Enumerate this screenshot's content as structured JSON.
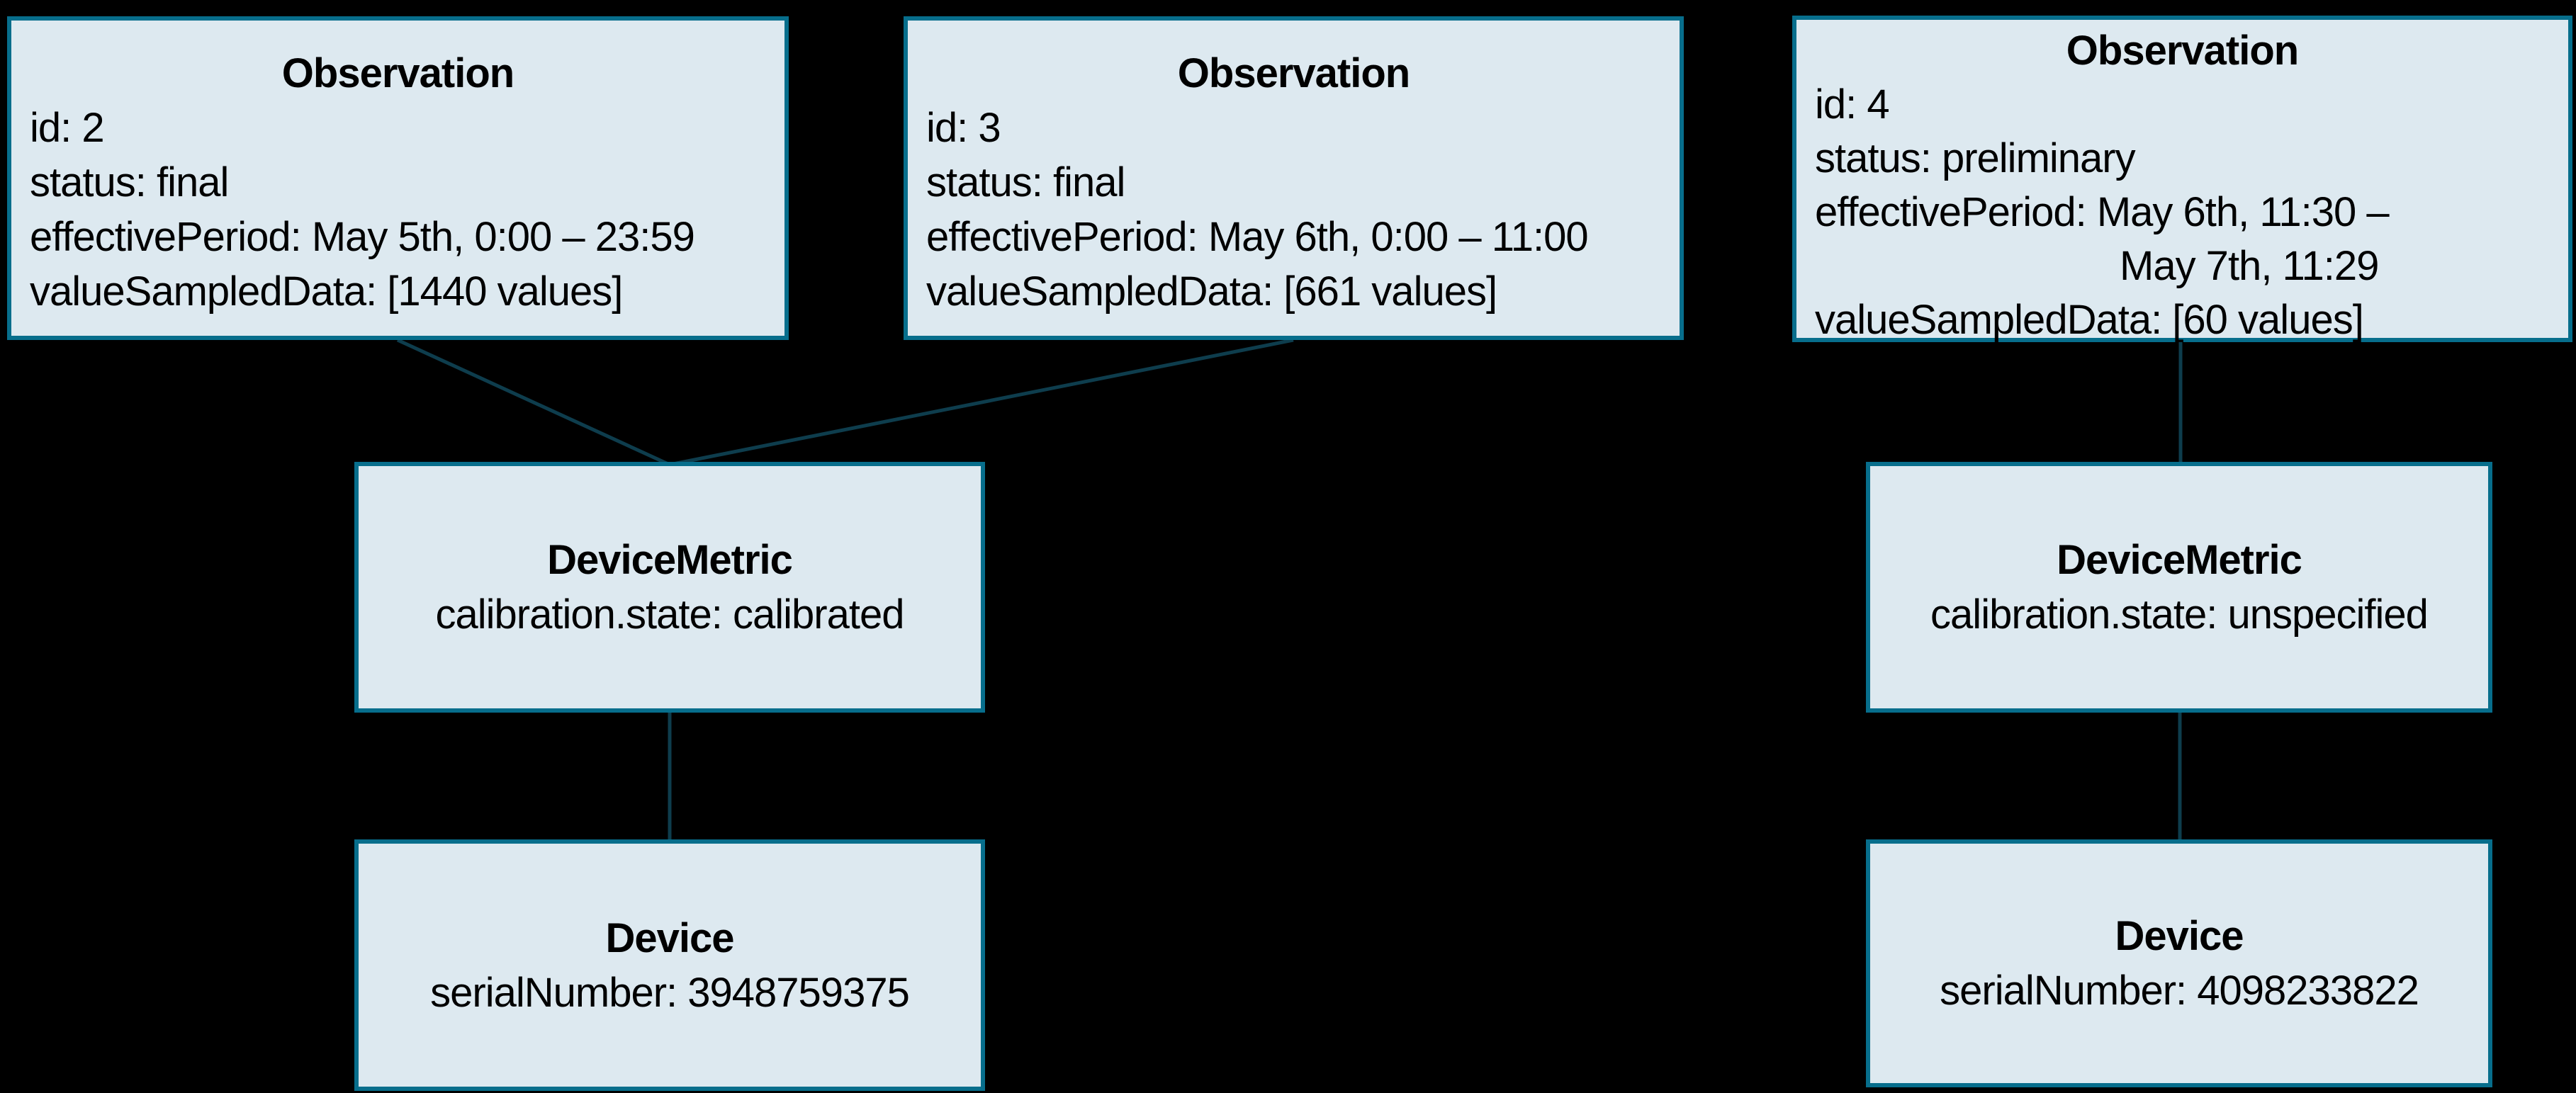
{
  "colors": {
    "background": "#000000",
    "box_fill": "#dde9f0",
    "box_border": "#076e8c",
    "connector": "#0e3d4d",
    "text": "#000000"
  },
  "observations": [
    {
      "title": "Observation",
      "id": "id: 2",
      "status": "status: final",
      "effectivePeriod": "effectivePeriod: May 5th, 0:00 – 23:59",
      "valueSampledData": "valueSampledData: [1440 values]"
    },
    {
      "title": "Observation",
      "id": "id: 3",
      "status": "status: final",
      "effectivePeriod": "effectivePeriod: May 6th, 0:00 – 11:00",
      "valueSampledData": "valueSampledData: [661 values]"
    },
    {
      "title": "Observation",
      "id": "id: 4",
      "status": "status: preliminary",
      "effectivePeriod_line1": "effectivePeriod: May 6th, 11:30 –",
      "effectivePeriod_line2": "May 7th, 11:29",
      "valueSampledData": "valueSampledData: [60 values]"
    }
  ],
  "device_metrics": [
    {
      "title": "DeviceMetric",
      "calibration_state": "calibration.state: calibrated"
    },
    {
      "title": "DeviceMetric",
      "calibration_state": "calibration.state: unspecified"
    }
  ],
  "devices": [
    {
      "title": "Device",
      "serial_number": "serialNumber: 3948759375"
    },
    {
      "title": "Device",
      "serial_number": "serialNumber: 4098233822"
    }
  ]
}
